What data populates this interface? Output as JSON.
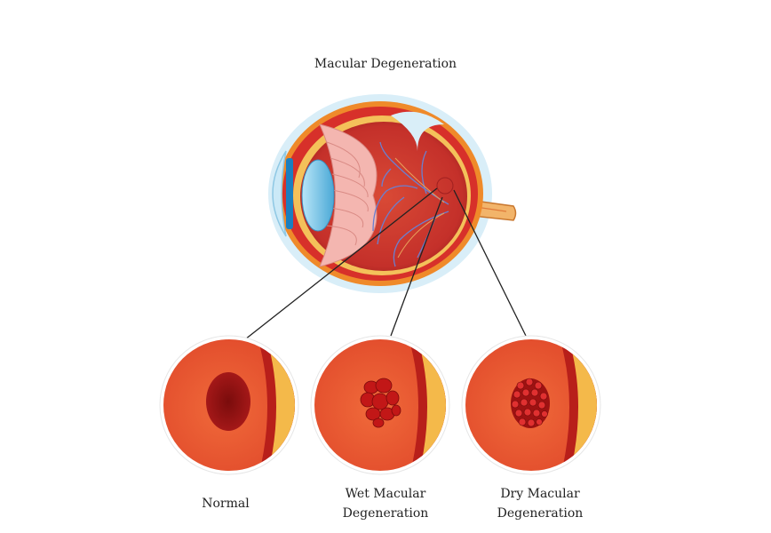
{
  "title": "Macular Degeneration",
  "labels": {
    "normal": "Normal",
    "wet_line1": "Wet Macular",
    "wet_line2": "Degeneration",
    "dry_line1": "Dry Macular",
    "dry_line2": "Degeneration"
  },
  "colors": {
    "sclera": "#e8482c",
    "choroid": "#c9231f",
    "retina_band": "#f2b84a",
    "lens": "#7ec8e8",
    "iris": "#1b7fc0",
    "vessels": "#6b7fcf",
    "macula_normal": "#8a1010",
    "macula_spots": "#c21717"
  }
}
